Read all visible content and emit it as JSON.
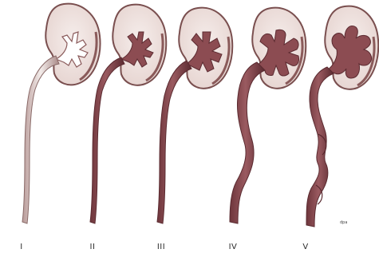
{
  "figure": {
    "colors": {
      "parenchyma_fill": "#efe3e0",
      "parenchyma_outline": "#7a4f4f",
      "dilated_fill": "#8a4a4f",
      "dilated_dark": "#5c2b31",
      "normal_ureter_fill": "#f4ecea"
    },
    "grades": [
      {
        "label": "I"
      },
      {
        "label": "II"
      },
      {
        "label": "III"
      },
      {
        "label": "IV"
      },
      {
        "label": "V"
      }
    ],
    "corner_mark": "dpa"
  }
}
